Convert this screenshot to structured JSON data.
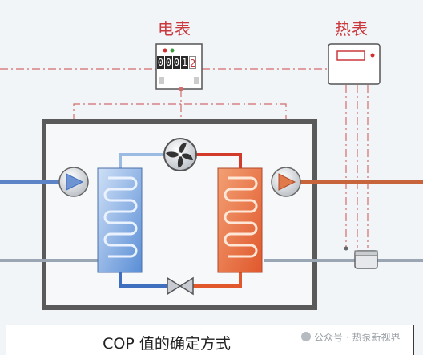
{
  "labels": {
    "electric_meter": "电表",
    "heat_meter": "热表"
  },
  "meter_digits": [
    "0",
    "0",
    "0",
    "1",
    "2"
  ],
  "caption": "COP 值的确定方式",
  "watermark": "公众号 · 热泵新视界",
  "colors": {
    "label_red": "#c9383c",
    "cold_blue": "#3f6fbf",
    "hot_red": "#d23a2a",
    "frame": "#5a5a5a",
    "dash_line": "#d46a6a"
  },
  "icons": [
    "fan-icon",
    "pump-icon",
    "expansion-valve-icon",
    "flow-sensor-icon"
  ]
}
